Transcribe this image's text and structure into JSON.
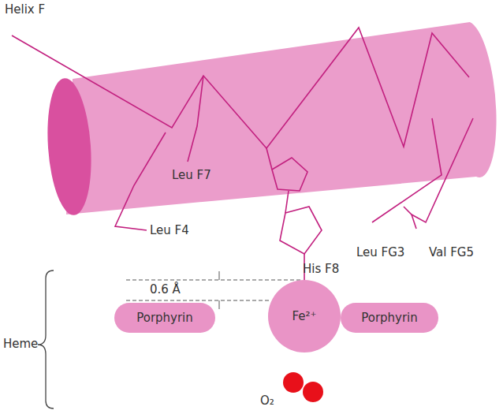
{
  "diagram": {
    "nodes": [
      {
        "text": [
          "Porphyrin"
        ]
      },
      {
        "text": [
          "Fe²⁺"
        ]
      },
      {
        "text": [
          "Porphyrin"
        ]
      }
    ],
    "labels": [
      "Helix F",
      "Leu F7",
      "Leu F4",
      "Leu FG3",
      "Val FG5",
      "His F8",
      "0.6 Å",
      "Heme",
      "O₂"
    ]
  }
}
